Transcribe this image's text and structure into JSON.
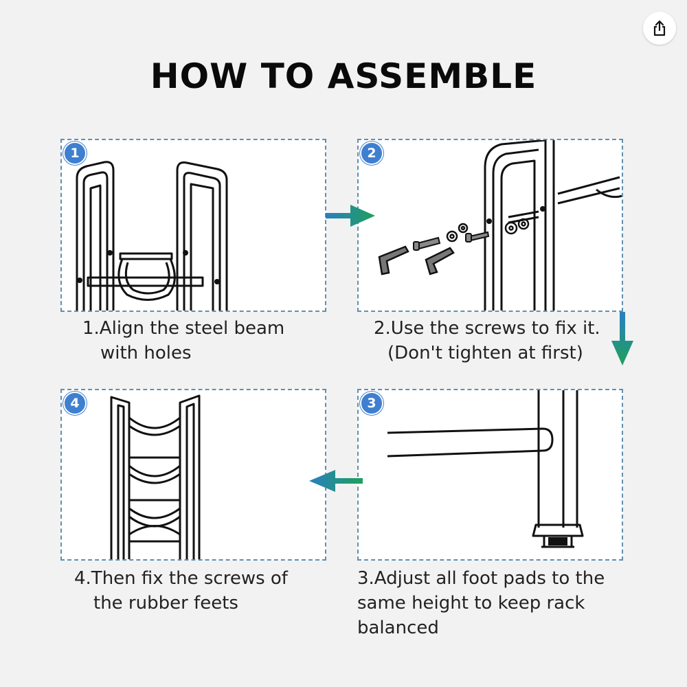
{
  "title": "HOW TO ASSEMBLE",
  "share_icon": "share-icon",
  "colors": {
    "badge": "#3f7fcf",
    "border": "#5f90b0",
    "arrow_start": "#2a7fc0",
    "arrow_end": "#1fa05a"
  },
  "steps": [
    {
      "badge": "1",
      "caption_line1": "1.Align the steel beam",
      "caption_line2": "with holes"
    },
    {
      "badge": "2",
      "caption_line1": "2.Use the screws to fix it.",
      "caption_line2": "(Don't tighten at first)"
    },
    {
      "badge": "3",
      "caption_line1": "3.Adjust all foot pads to the",
      "caption_line2": "same height to keep rack",
      "caption_line3": "balanced"
    },
    {
      "badge": "4",
      "caption_line1": "4.Then fix the screws of",
      "caption_line2": "the rubber feets"
    }
  ]
}
